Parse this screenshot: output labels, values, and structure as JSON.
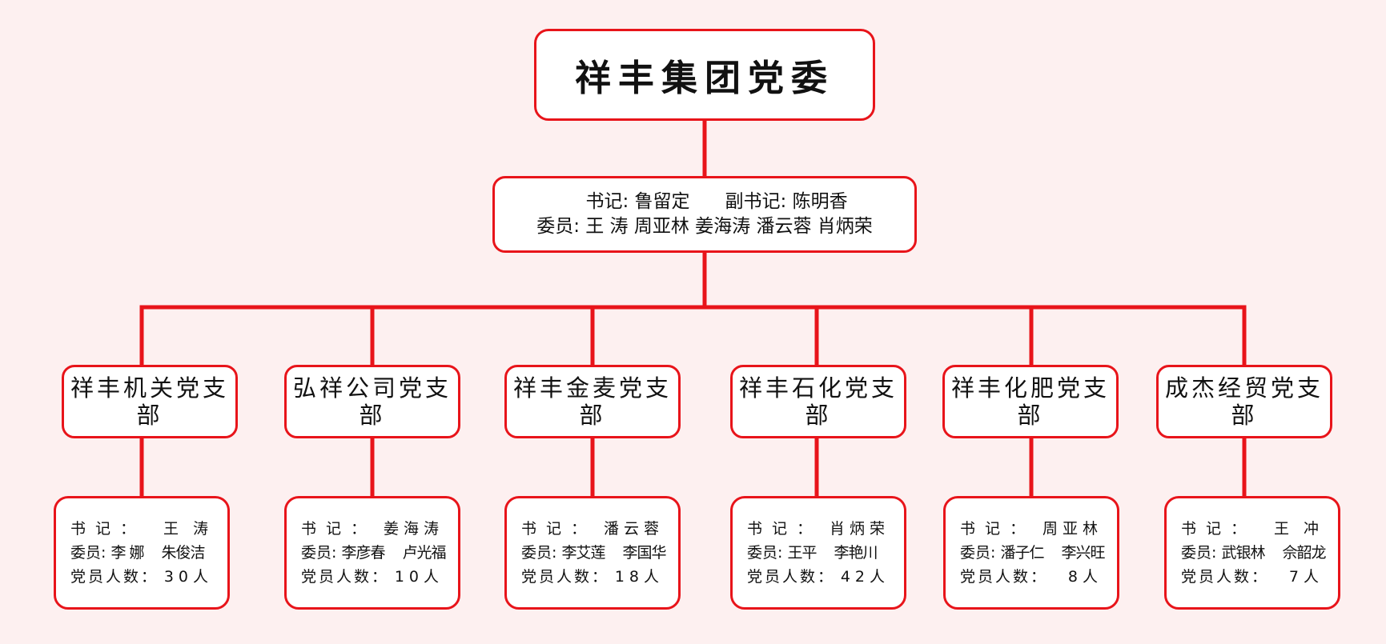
{
  "root": {
    "title": "祥丰集团党委"
  },
  "committee": {
    "secretary_label": "书记:",
    "secretary": "鲁留定",
    "deputy_label": "副书记:",
    "deputy": "陈明香",
    "members_label": "委员:",
    "members": "王 涛 周亚林  姜海涛 潘云蓉 肖炳荣"
  },
  "branches": [
    {
      "name": "祥丰机关党支部",
      "secretary_label": "书 记 ：",
      "secretary": "王 涛",
      "members_label": "委员:",
      "member1": "李 娜",
      "member2": "朱俊洁",
      "count_label": "党员人数：",
      "count": "30人"
    },
    {
      "name": "弘祥公司党支部",
      "secretary_label": "书 记 ：",
      "secretary": "姜海涛",
      "members_label": "委员:",
      "member1": "李彦春",
      "member2": "卢光福",
      "count_label": "党员人数：",
      "count": "10人"
    },
    {
      "name": "祥丰金麦党支部",
      "secretary_label": "书 记 ：",
      "secretary": "潘云蓉",
      "members_label": "委员:",
      "member1": "李艾莲",
      "member2": "李国华",
      "count_label": "党员人数：",
      "count": "18人"
    },
    {
      "name": "祥丰石化党支部",
      "secretary_label": "书 记 ：",
      "secretary": "肖炳荣",
      "members_label": "委员:",
      "member1": "王平",
      "member2": "李艳川",
      "count_label": "党员人数：",
      "count": "42人"
    },
    {
      "name": "祥丰化肥党支部",
      "secretary_label": "书 记 ：",
      "secretary": "周亚林",
      "members_label": "委员:",
      "member1": "潘子仁",
      "member2": "李兴旺",
      "count_label": "党员人数：",
      "count": "8人"
    },
    {
      "name": "成杰经贸党支部",
      "secretary_label": "书 记 ：",
      "secretary": "王 冲",
      "members_label": "委员:",
      "member1": "武银林",
      "member2": "佘韶龙",
      "count_label": "党员人数：",
      "count": "7人"
    }
  ],
  "colors": {
    "line": "#e8141a",
    "background": "#fdf0f0",
    "box": "#ffffff"
  }
}
